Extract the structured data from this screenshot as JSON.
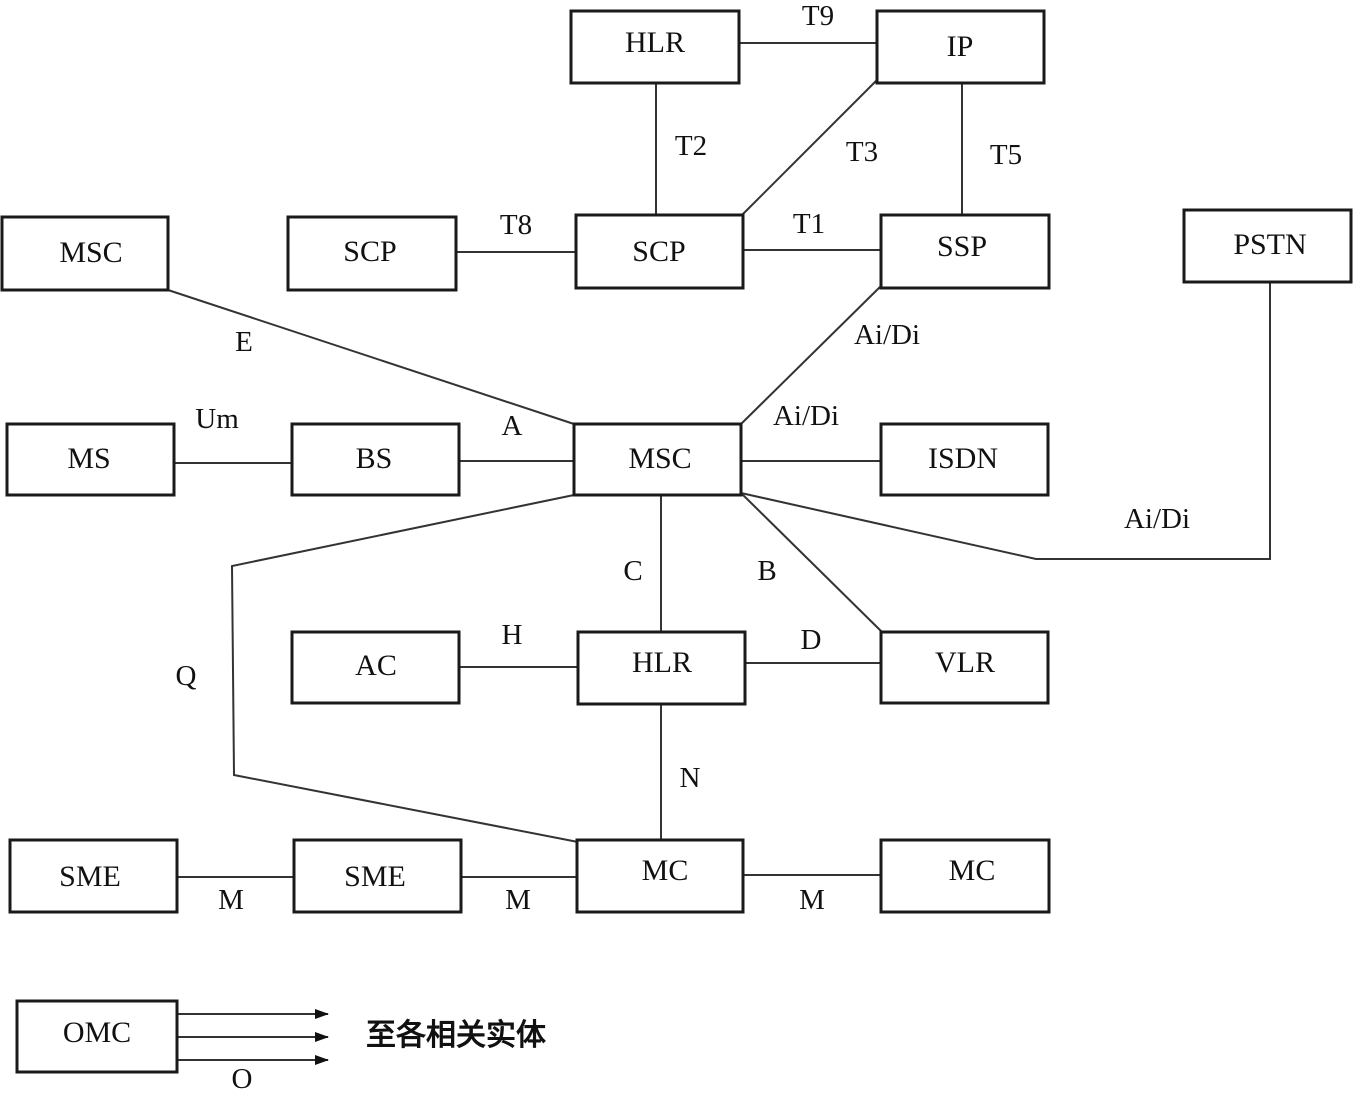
{
  "nodes": {
    "hlr_top": "HLR",
    "ip": "IP",
    "msc_left": "MSC",
    "scp_left": "SCP",
    "scp_main": "SCP",
    "ssp": "SSP",
    "pstn": "PSTN",
    "ms": "MS",
    "bs": "BS",
    "msc_center": "MSC",
    "isdn": "ISDN",
    "ac": "AC",
    "hlr_mid": "HLR",
    "vlr": "VLR",
    "sme_left": "SME",
    "sme_mid": "SME",
    "mc_center": "MC",
    "mc_right": "MC",
    "omc": "OMC"
  },
  "edges": {
    "t9": "T9",
    "t2": "T2",
    "t3": "T3",
    "t5": "T5",
    "t8": "T8",
    "t1": "T1",
    "e": "E",
    "ai_di_ssp": "Ai/Di",
    "ai_di_msc": "Ai/Di",
    "ai_di_pstn": "Ai/Di",
    "um": "Um",
    "a": "A",
    "c": "C",
    "b": "B",
    "h": "H",
    "d": "D",
    "q": "Q",
    "n": "N",
    "m1": "M",
    "m2": "M",
    "m3": "M",
    "o": "O"
  },
  "omc_target_text": "至各相关实体"
}
